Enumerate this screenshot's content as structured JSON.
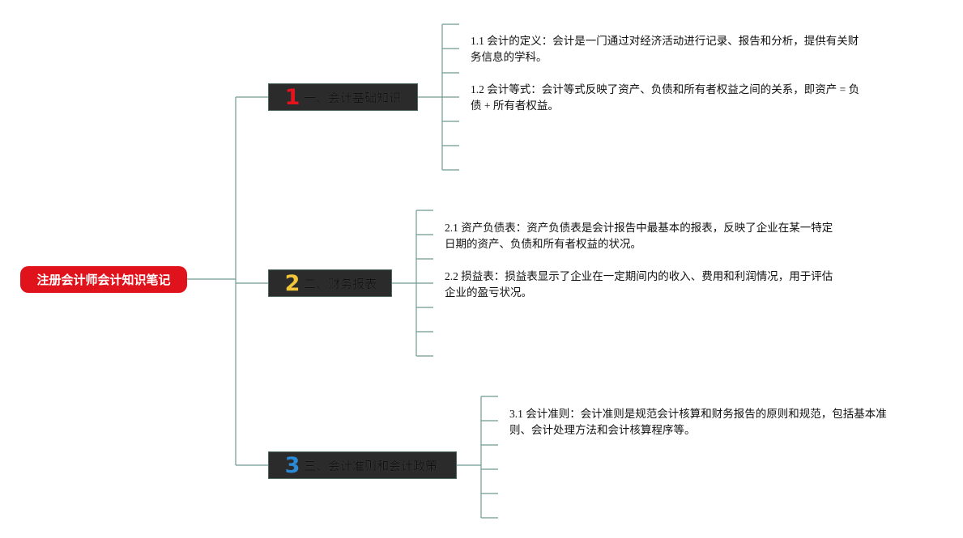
{
  "root": {
    "label": "注册会计师会计知识笔记",
    "color": "#e0121c"
  },
  "line_color": "#6f9a90",
  "branches": [
    {
      "number": "1",
      "number_color": "#e3141e",
      "label": "一、会计基础知识",
      "leaves": [
        {
          "line1": "1.1 会计的定义：会计是一门通过对经济活动进行记录、报告和分析，提供有关财",
          "line2": "务信息的学科。"
        },
        {
          "line1": "1.2 会计等式：会计等式反映了资产、负债和所有者权益之间的关系，即资产 = 负",
          "line2": "债 + 所有者权益。"
        }
      ]
    },
    {
      "number": "2",
      "number_color": "#f2c43a",
      "label": "二、财务报表",
      "leaves": [
        {
          "line1": "2.1 资产负债表：资产负债表是会计报告中最基本的报表，反映了企业在某一特定",
          "line2": "日期的资产、负债和所有者权益的状况。"
        },
        {
          "line1": "2.2 损益表：损益表显示了企业在一定期间内的收入、费用和利润情况，用于评估",
          "line2": "企业的盈亏状况。"
        }
      ]
    },
    {
      "number": "3",
      "number_color": "#2a8ad6",
      "label": "三、会计准则和会计政策",
      "leaves": [
        {
          "line1": "3.1 会计准则：会计准则是规范会计核算和财务报告的原则和规范，包括基本准",
          "line2": "则、会计处理方法和会计核算程序等。"
        }
      ]
    }
  ]
}
